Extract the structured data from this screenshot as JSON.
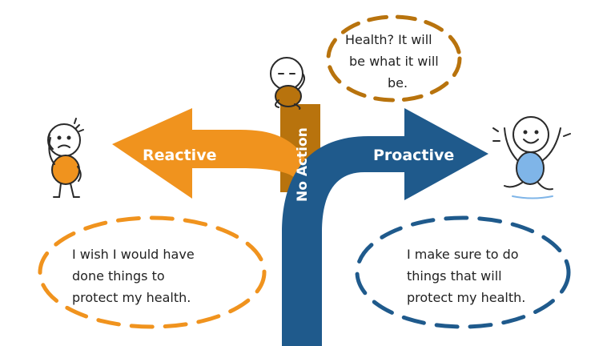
{
  "colors": {
    "reactive": "#F0931E",
    "proactive": "#1F5A8C",
    "no_action": "#B8730D",
    "outline": "#2A2A2A",
    "bubble_top": "#B8730D"
  },
  "labels": {
    "reactive": "Reactive",
    "no_action": "No Action",
    "proactive": "Proactive"
  },
  "thoughts": {
    "top": [
      "Health? It will",
      "be what it will",
      "be."
    ],
    "left": [
      "I wish I would have",
      "done things to",
      "protect my health."
    ],
    "right": [
      "I make sure to do",
      "things that will",
      "protect my health."
    ]
  },
  "icons": {
    "left_figure": "worried-person-icon",
    "top_figure": "sitting-person-icon",
    "right_figure": "happy-jumping-person-icon"
  }
}
